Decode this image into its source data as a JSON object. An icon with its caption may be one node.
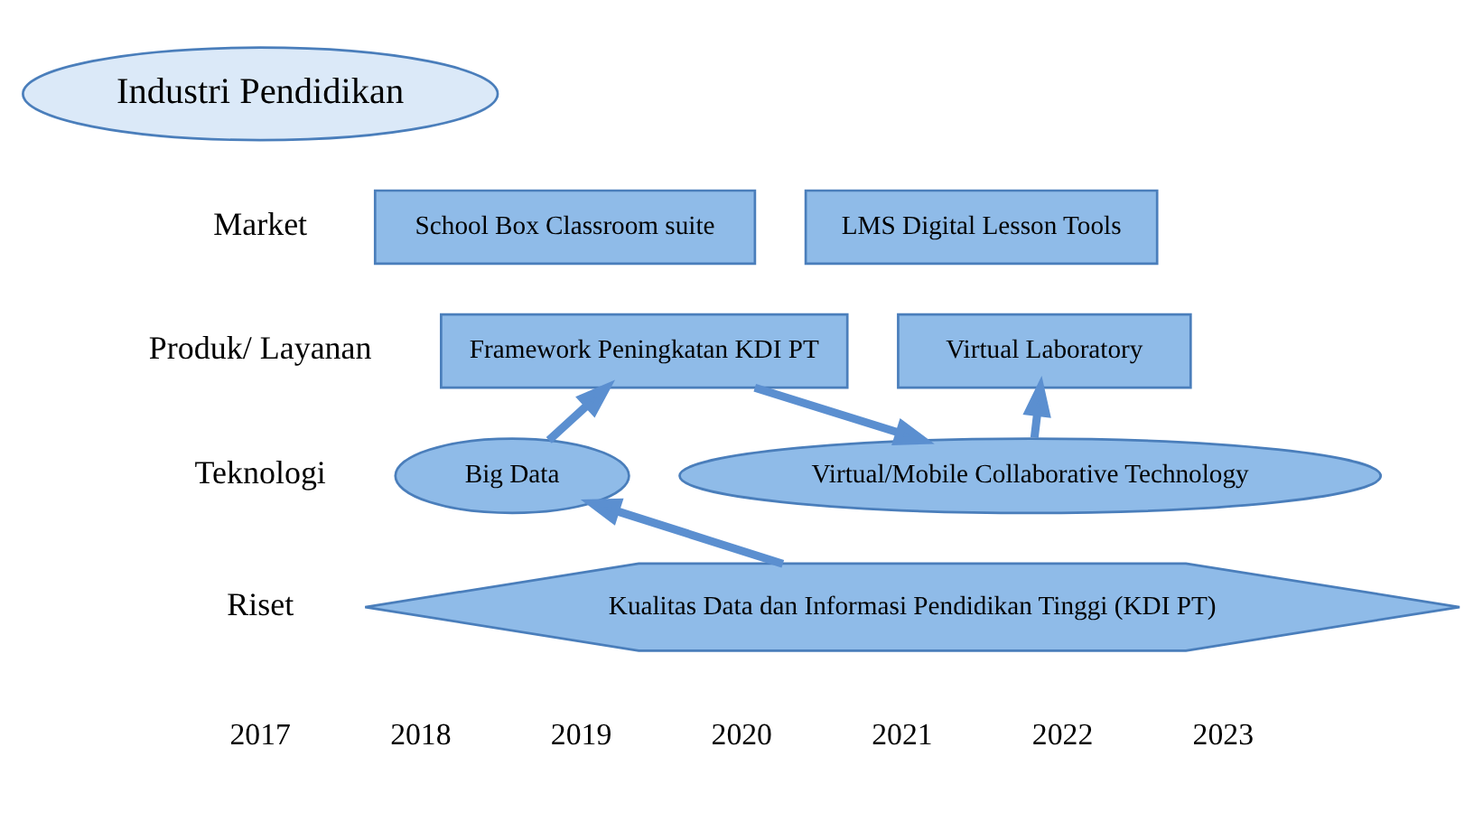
{
  "diagram": {
    "nodes": [
      {
        "text": [
          "Industri Pendidikan"
        ]
      },
      {
        "text": [
          "School Box Classroom suite"
        ]
      },
      {
        "text": [
          "LMS Digital Lesson Tools"
        ]
      },
      {
        "text": [
          "Framework Peningkatan KDI PT"
        ]
      },
      {
        "text": [
          "Virtual Laboratory"
        ]
      },
      {
        "text": [
          "Big Data"
        ]
      },
      {
        "text": [
          "Virtual/Mobile Collaborative Technology"
        ]
      },
      {
        "text": [
          "Kualitas Data dan Informasi Pendidikan Tinggi (KDI PT)"
        ]
      }
    ],
    "edges": [
      {
        "from": 7,
        "to": 5,
        "arrow": "to"
      },
      {
        "from": 5,
        "to": 3,
        "arrow": "to"
      },
      {
        "from": 3,
        "to": 6,
        "arrow": "to"
      },
      {
        "from": 6,
        "to": 4,
        "arrow": "to"
      }
    ],
    "labels": [
      "Market",
      "Produk/ Layanan",
      "Teknologi",
      "Riset",
      "2017",
      "2018",
      "2019",
      "2020",
      "2021",
      "2022",
      "2023"
    ]
  }
}
